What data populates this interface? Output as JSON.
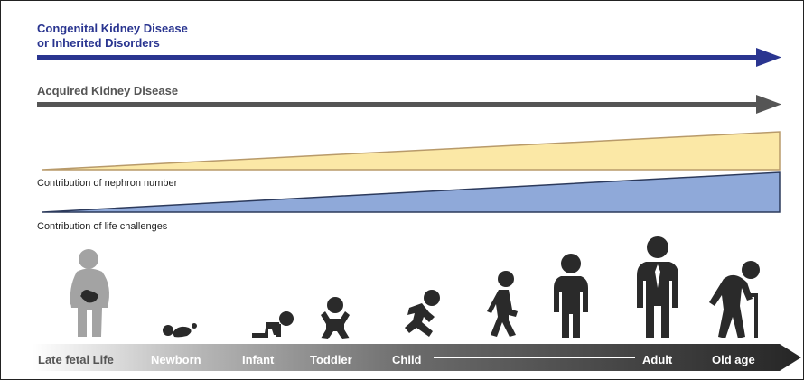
{
  "arrows": {
    "congenital_line1": "Congenital Kidney Disease",
    "congenital_line2": "or Inherited Disorders",
    "acquired": "Acquired Kidney Disease",
    "congenital_color": "#2a3590",
    "acquired_color": "#555555"
  },
  "wedges": {
    "nephron_label": "Contribution of nephron number",
    "nephron_color": "#fbe8a6",
    "life_label": "Contribution of life challenges",
    "life_color": "#8fa9d9"
  },
  "timeline": {
    "stages": [
      "Late fetal Life",
      "Newborn",
      "Infant",
      "Toddler",
      "Child",
      "Adult",
      "Old age"
    ]
  },
  "icons": [
    "pregnant-woman-icon",
    "newborn-icon",
    "infant-icon",
    "toddler-icon",
    "child-running-icon",
    "teen-walking-icon",
    "young-adult-icon",
    "adult-icon",
    "elderly-person-icon"
  ]
}
